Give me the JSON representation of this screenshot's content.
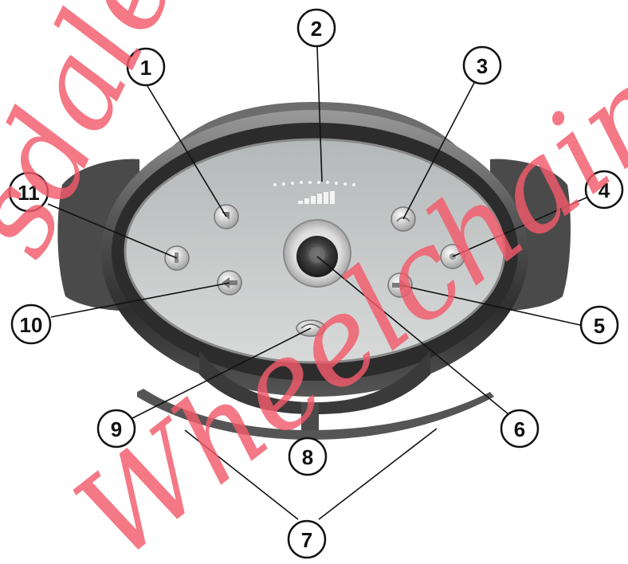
{
  "diagram": {
    "callouts": [
      {
        "id": "1",
        "label": "1"
      },
      {
        "id": "2",
        "label": "2"
      },
      {
        "id": "3",
        "label": "3"
      },
      {
        "id": "4",
        "label": "4"
      },
      {
        "id": "5",
        "label": "5"
      },
      {
        "id": "6",
        "label": "6"
      },
      {
        "id": "7",
        "label": "7"
      },
      {
        "id": "8",
        "label": "8"
      },
      {
        "id": "9",
        "label": "9"
      },
      {
        "id": "10",
        "label": "10"
      },
      {
        "id": "11",
        "label": "11"
      }
    ]
  },
  "watermark": {
    "line1": "sdale",
    "line2": "Wheelchairs",
    "color": "#f25a6a"
  },
  "colors": {
    "housing_dark": "#3a3a3a",
    "housing_mid": "#7a7a7a",
    "panel_face": "#c9cccc",
    "button_face": "#e8e8e8",
    "callout_stroke": "#111111"
  },
  "icons": [
    "joystick-knob",
    "power-button",
    "horn-button",
    "speed-up-button",
    "speed-down-button",
    "lights-button",
    "hazard-button",
    "indicator-left-button",
    "indicator-right-button",
    "battery-gauge"
  ]
}
